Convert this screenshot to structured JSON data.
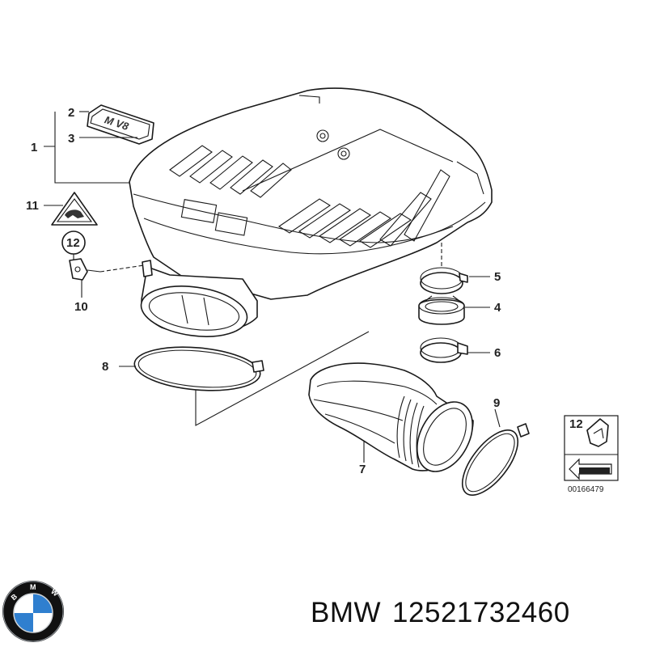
{
  "diagram": {
    "callouts": [
      "1",
      "2",
      "3",
      "4",
      "5",
      "6",
      "7",
      "8",
      "9",
      "10",
      "11",
      "12"
    ],
    "inset": {
      "callout": "12",
      "reference_number": "00166479"
    },
    "emblem_text": "M V8"
  },
  "footer": {
    "brand": "BMW",
    "part_number": "12521732460"
  },
  "logo": {
    "letters": "BMW",
    "colors": {
      "ring": "#111111",
      "blue": "#2f7fcf",
      "white": "#ffffff"
    }
  }
}
